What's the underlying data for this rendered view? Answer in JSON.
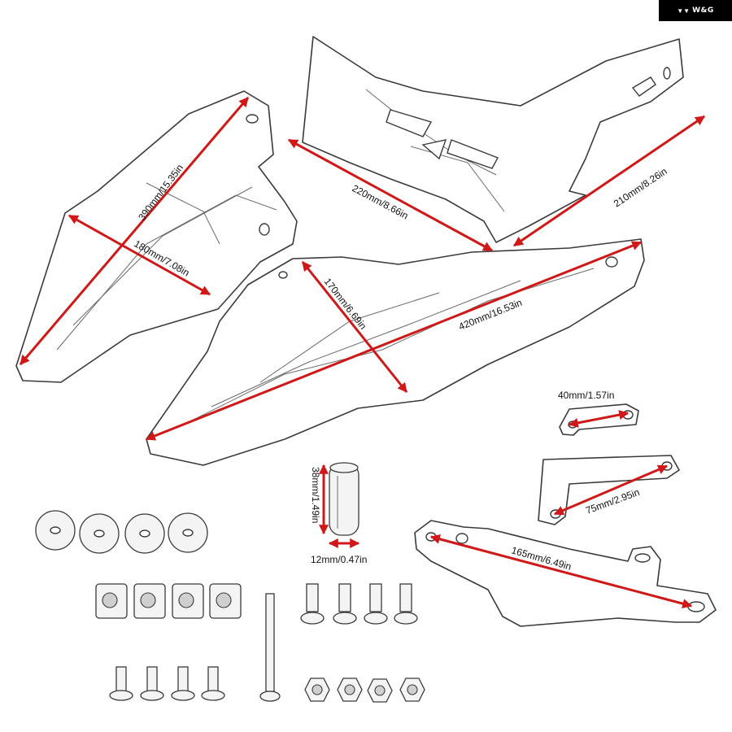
{
  "brand": {
    "logo": "W&G",
    "glyph": "wing-logo-icon"
  },
  "colors": {
    "dimension_line": "#d01818",
    "outline": "#3a3a3a",
    "background": "#ffffff",
    "brand_bg": "#000000"
  },
  "dimensions": {
    "left_panel_length": "390mm/15.35in",
    "left_panel_width": "180mm/7.08in",
    "upper_panel_length": "220mm/8.66in",
    "upper_panel_height": "210mm/8.26in",
    "lower_panel_length": "420mm/16.53in",
    "lower_panel_width": "170mm/6.69in",
    "small_bracket": "40mm/1.57in",
    "l_bracket": "75mm/2.95in",
    "long_bracket": "165mm/6.49in",
    "spacer_length": "38mm/1.49in",
    "spacer_diameter": "12mm/0.47in"
  },
  "hardware": {
    "washers": 4,
    "clip_nuts": 4,
    "flange_bolts": 4,
    "small_screws": 4,
    "long_bolt": 1,
    "hex_nuts": 4
  }
}
